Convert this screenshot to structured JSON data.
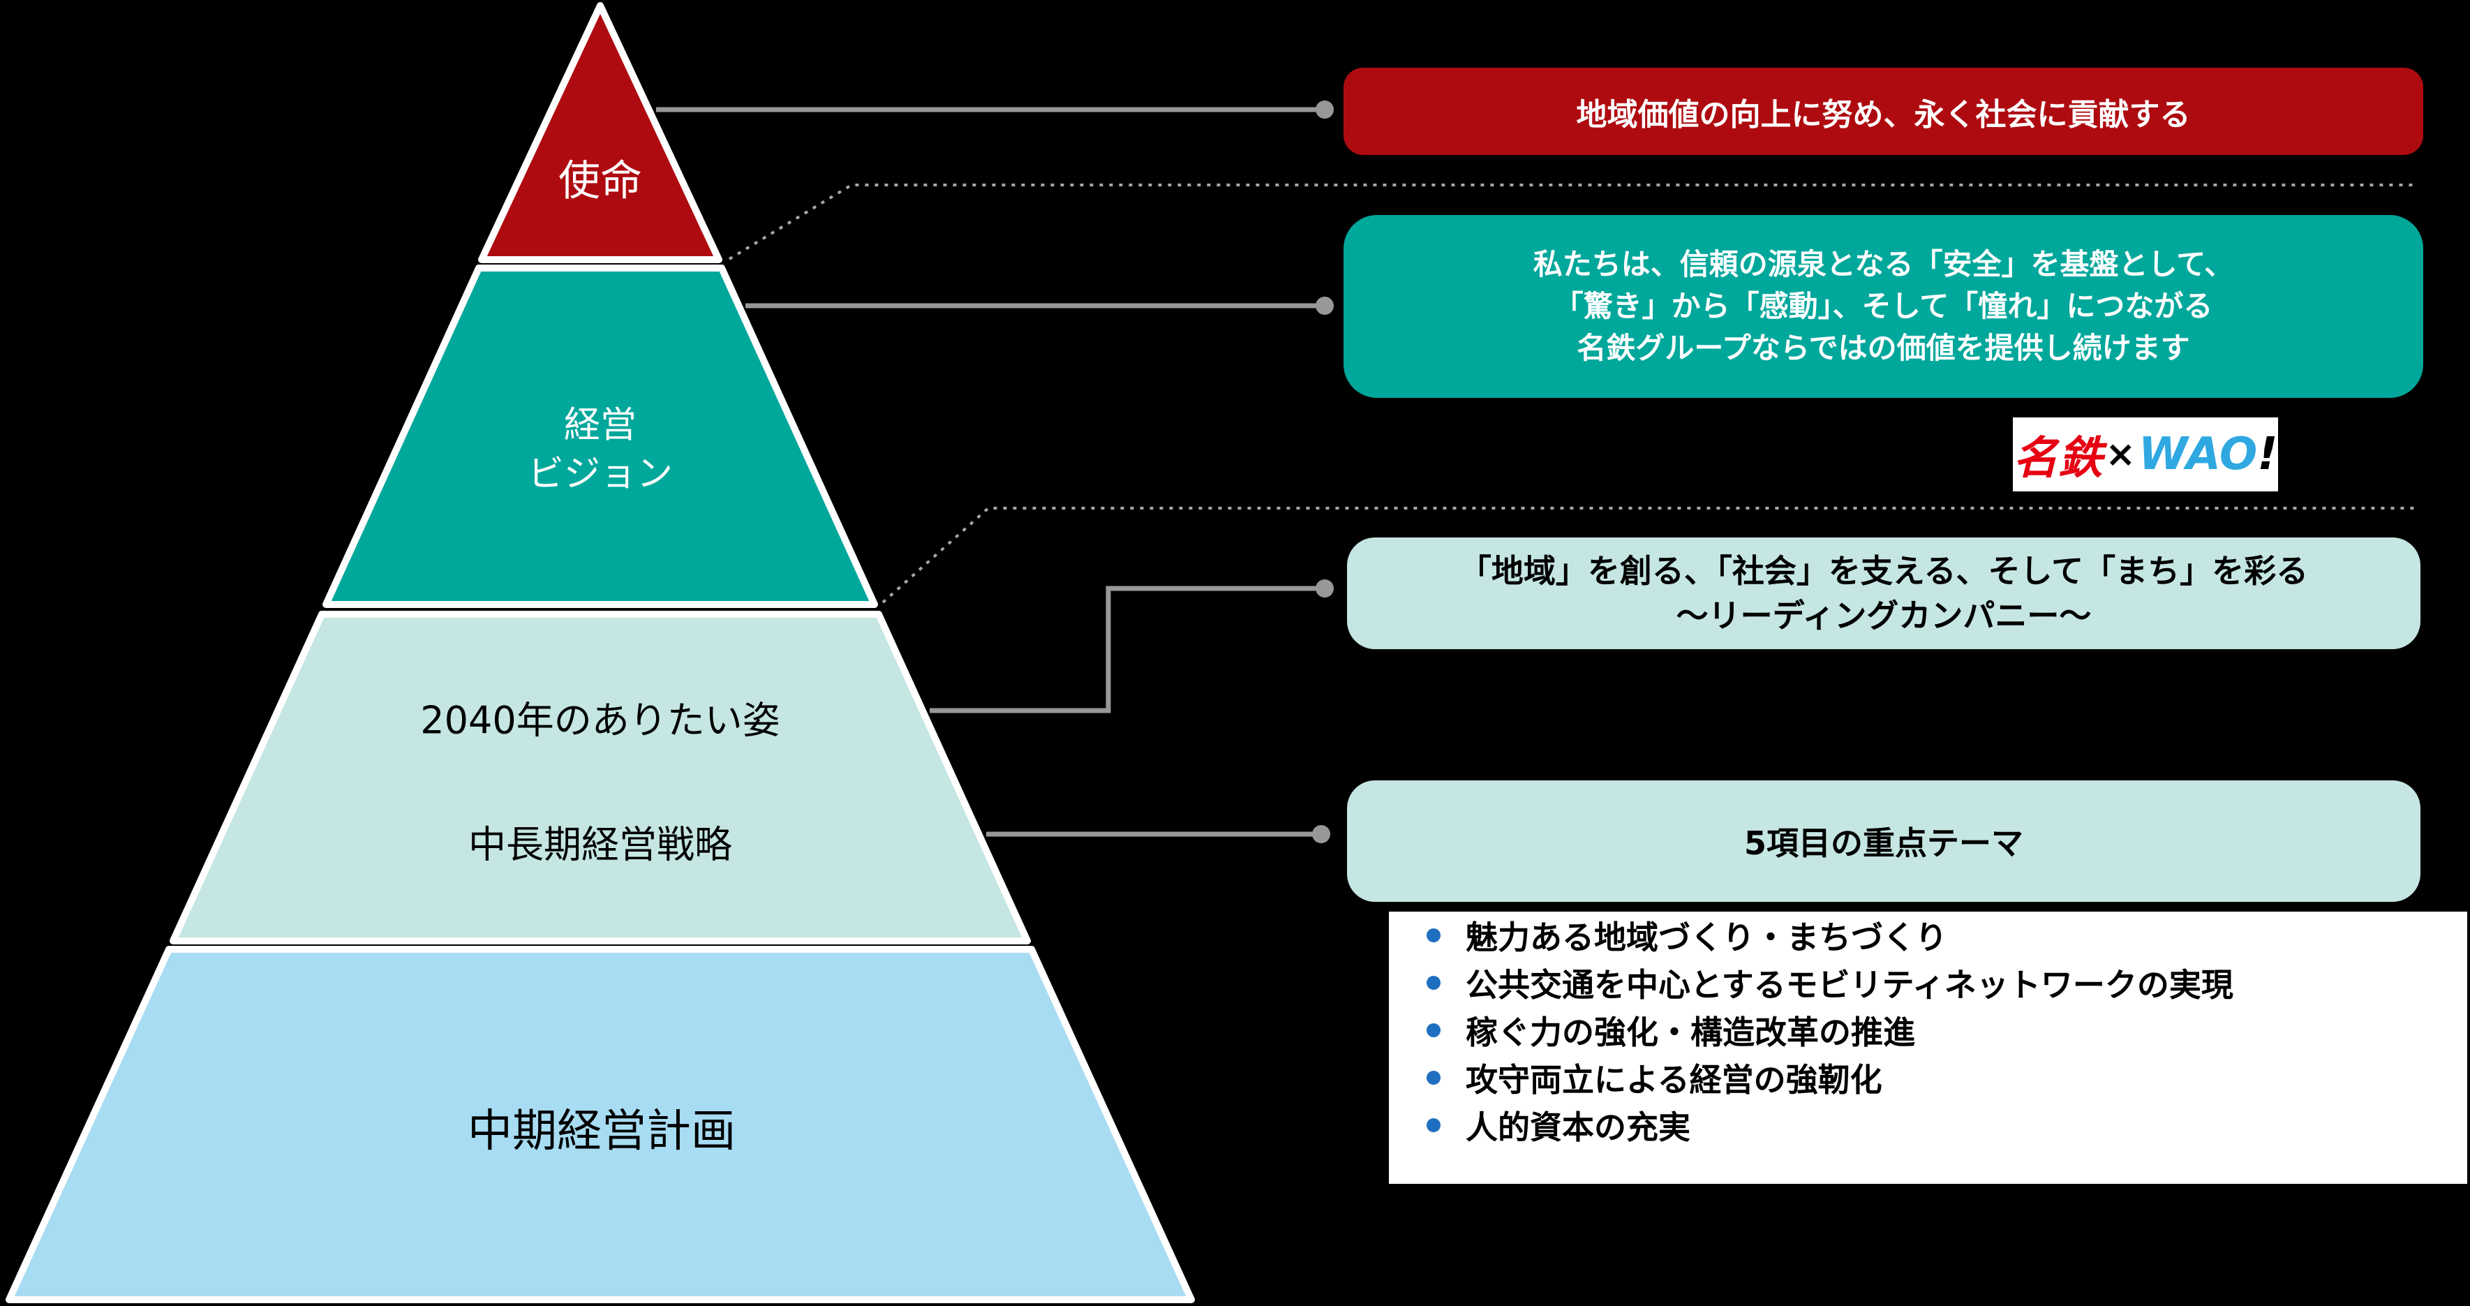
{
  "colors": {
    "mission_red": "#AE0B10",
    "vision_teal": "#00A79B",
    "strategy_pale": "#C5E6E3",
    "plan_blue": "#A8DCF2",
    "connector_gray": "#989898",
    "dotted_gray": "#A8A8A8",
    "bullet_blue": "#1F6FC0",
    "logo_red": "#E60012",
    "logo_blue": "#2FA8E1"
  },
  "pyramid": {
    "mission_label": "使命",
    "vision_label_line1": "経営",
    "vision_label_line2": "ビジョン",
    "goal2040_label": "2040年のありたい姿",
    "midlong_label": "中長期経営戦略",
    "midplan_label": "中期経営計画"
  },
  "callouts": {
    "mission_box": "地域価値の向上に努め、永く社会に貢献する",
    "vision_box_line1": "私たちは、信頼の源泉となる「安全」を基盤として、",
    "vision_box_line2": "「驚き」から「感動」、そして「憧れ」につながる",
    "vision_box_line3": "名鉄グループならではの価値を提供し続けます",
    "logo": {
      "meitetsu": "名鉄",
      "times": "×",
      "wao": "WAO",
      "bang": "!"
    },
    "goal_box_line1": "「地域」を創る、「社会」を支える、そして「まち」を彩る",
    "goal_box_line2": "～リーディングカンパニー～",
    "themes_box": "5項目の重点テーマ",
    "themes": {
      "items": [
        "魅力ある地域づくり・まちづくり",
        "公共交通を中心とするモビリティネットワークの実現",
        "稼ぐ力の強化・構造改革の推進",
        "攻守両立による経営の強靭化",
        "人的資本の充実"
      ]
    }
  }
}
